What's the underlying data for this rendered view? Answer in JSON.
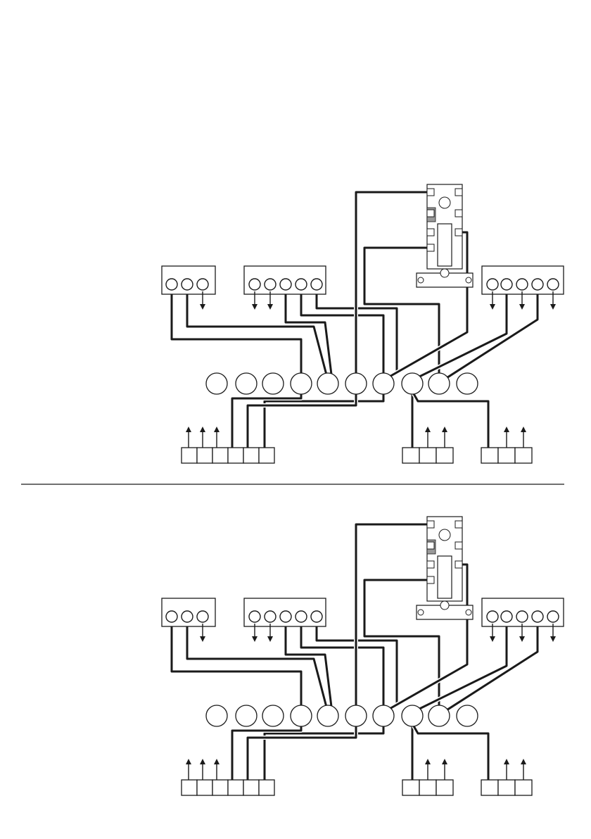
{
  "diagrams": [
    {
      "id": "wiring-diagram-top"
    },
    {
      "id": "wiring-diagram-bottom"
    }
  ],
  "terminal_blocks": {
    "box_a": {
      "terminals": 3
    },
    "box_b": {
      "terminals": 5
    },
    "box_c": {
      "terminals": 5
    },
    "strip_a": {
      "terminals": 6
    },
    "strip_b": {
      "terminals": 3
    },
    "strip_c": {
      "terminals": 3
    }
  },
  "junction_nodes": {
    "count": 10
  },
  "component": {
    "icon": "thermostat-icon"
  },
  "colors": {
    "line": "#1a1a1a",
    "background": "#ffffff",
    "shade": "#9a9a9a"
  }
}
